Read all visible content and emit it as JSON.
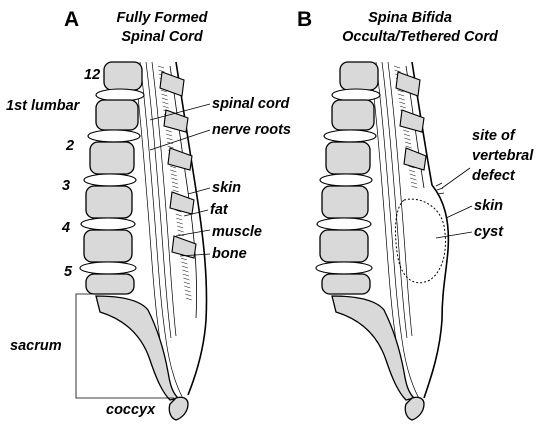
{
  "panels": [
    {
      "letter": "A",
      "title_lines": [
        "Fully Formed",
        "Spinal Cord"
      ]
    },
    {
      "letter": "B",
      "title_lines": [
        "Spina Bifida",
        "Occulta/Tethered Cord"
      ]
    }
  ],
  "labels_a": {
    "vertebra_numbers": [
      "12",
      "1st lumbar",
      "2",
      "3",
      "4",
      "5"
    ],
    "spinal_cord": "spinal cord",
    "nerve_roots": "nerve roots",
    "skin": "skin",
    "fat": "fat",
    "muscle": "muscle",
    "bone": "bone",
    "sacrum": "sacrum",
    "coccyx": "coccyx"
  },
  "labels_b": {
    "defect_lines": [
      "site of",
      "vertebral",
      "defect"
    ],
    "skin": "skin",
    "cyst": "cyst"
  },
  "colors": {
    "bone_fill": "#d9d9d9",
    "line": "#000000",
    "background": "#ffffff"
  }
}
